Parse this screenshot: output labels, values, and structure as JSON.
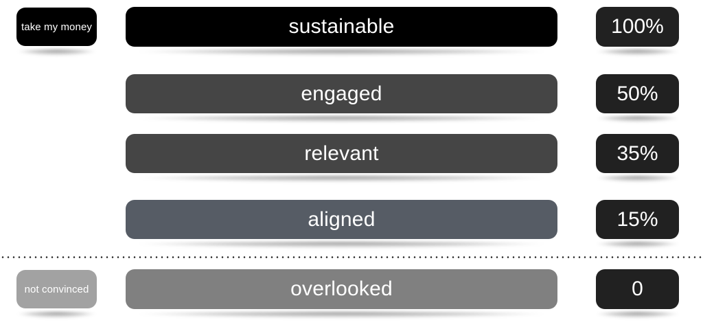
{
  "diagram": {
    "type": "ranked-pyramid-bars",
    "divider": {
      "style": "dotted",
      "after_row_index": 3
    },
    "rows": [
      {
        "label": "sustainable",
        "value": "100%",
        "bar_color": "#000000",
        "value_color": "#212121",
        "badge": {
          "label": "take my money",
          "color": "#000000"
        }
      },
      {
        "label": "engaged",
        "value": "50%",
        "bar_color": "#454545",
        "value_color": "#212121",
        "badge": null
      },
      {
        "label": "relevant",
        "value": "35%",
        "bar_color": "#454545",
        "value_color": "#212121",
        "badge": null
      },
      {
        "label": "aligned",
        "value": "15%",
        "bar_color": "#565c65",
        "value_color": "#212121",
        "badge": null
      },
      {
        "label": "overlooked",
        "value": "0",
        "bar_color": "#808080",
        "value_color": "#212121",
        "badge": {
          "label": "not convinced",
          "color": "#a2a2a2"
        }
      }
    ]
  }
}
